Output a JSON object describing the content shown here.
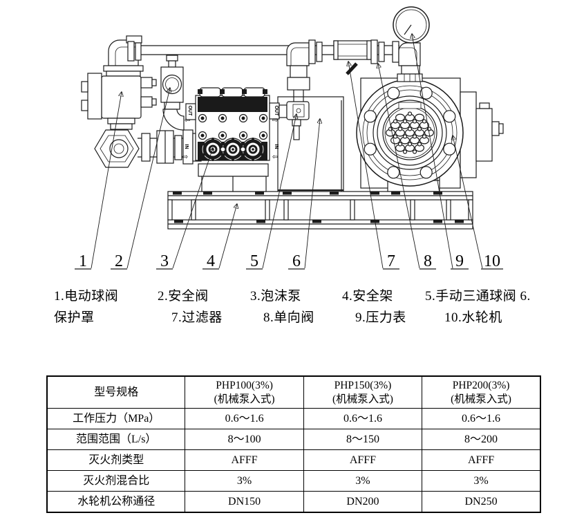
{
  "colors": {
    "line": "#1a1a1a",
    "background": "#ffffff"
  },
  "diagram": {
    "callouts": [
      "1",
      "2",
      "3",
      "4",
      "5",
      "6",
      "7",
      "8",
      "9",
      "10"
    ],
    "pump_labels": {
      "out": "OUT",
      "in": "IN"
    },
    "flow_arrows": {
      "left": "⇦",
      "right": "⇨"
    },
    "legend_row1": [
      "1.电动球阀",
      "2.安全阀",
      "3.泡沫泵",
      "4.安全架",
      "5.手动三通球阀 6."
    ],
    "legend_row2": [
      "保护罩",
      "7.过滤器",
      "8.单向阀",
      "9.压力表",
      "10.水轮机"
    ]
  },
  "table": {
    "corner_label": "型号规格",
    "models": [
      {
        "name": "PHP100(3%)",
        "type": "(机械泵入式)"
      },
      {
        "name": "PHP150(3%)",
        "type": "(机械泵入式)"
      },
      {
        "name": "PHP200(3%)",
        "type": "(机械泵入式)"
      }
    ],
    "rows": [
      {
        "label": "工作压力（MPa）",
        "values": [
          "0.6～1.6",
          "0.6～1.6",
          "0.6～1.6"
        ]
      },
      {
        "label": "范围范围（L/s）",
        "values": [
          "8～100",
          "8～150",
          "8～200"
        ]
      },
      {
        "label": "灭火剂类型",
        "values": [
          "AFFF",
          "AFFF",
          "AFFF"
        ]
      },
      {
        "label": "灭火剂混合比",
        "values": [
          "3%",
          "3%",
          "3%"
        ]
      },
      {
        "label": "水轮机公称通径",
        "values": [
          "DN150",
          "DN200",
          "DN250"
        ]
      }
    ]
  }
}
